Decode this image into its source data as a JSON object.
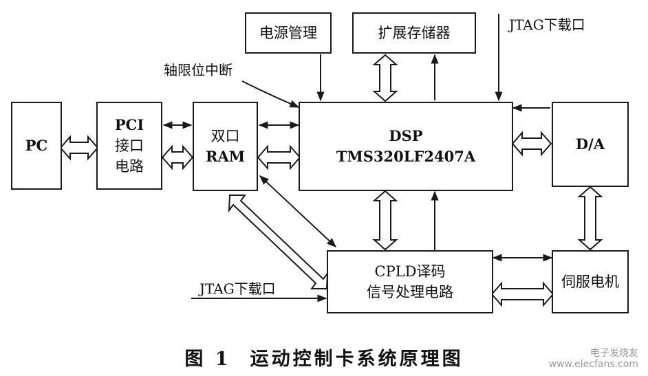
{
  "blocks": {
    "pc": "PC",
    "pci_line1": "PCI",
    "pci_line2": "接口",
    "pci_line3": "电路",
    "ram_line1": "双口",
    "ram_line2": "RAM",
    "dsp_line1": "DSP",
    "dsp_line2": "TMS320LF2407A",
    "power": "电源管理",
    "ext_mem": "扩展存储器",
    "da": "D/A",
    "cpld_line1": "CPLD译码",
    "cpld_line2": "信号处理电路",
    "servo": "伺服电机"
  },
  "labels": {
    "jtag_top": "JTAG下载口",
    "jtag_bottom": "JTAG下载口",
    "axis_limit": "轴限位中断"
  },
  "caption": {
    "figure_no": "图 1",
    "title": "运动控制卡系统原理图"
  },
  "watermark": {
    "line1": "电子发烧友",
    "line2": "www.elecfans.com"
  }
}
